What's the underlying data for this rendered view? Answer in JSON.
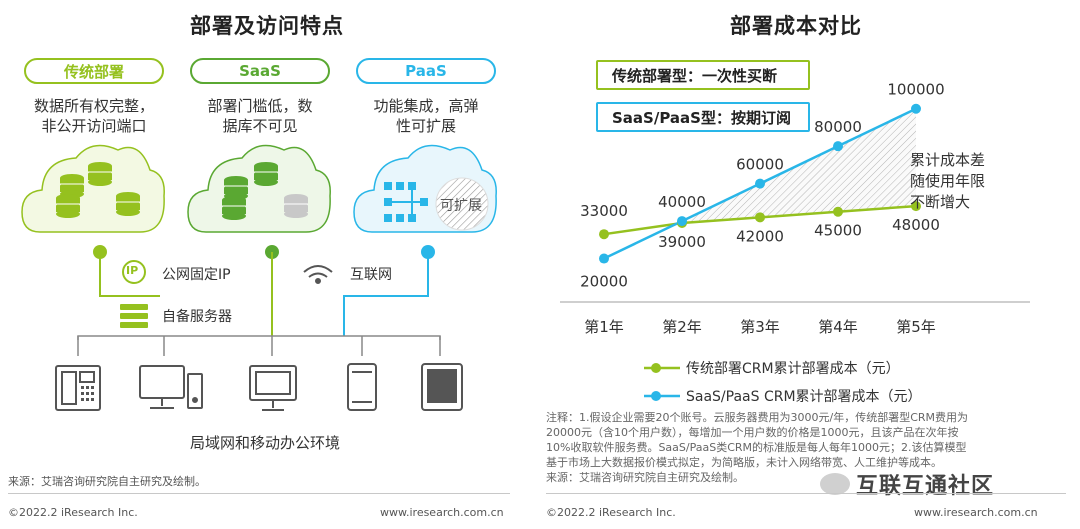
{
  "left": {
    "title": "部署及访问特点",
    "modes": [
      {
        "label": "传统部署",
        "desc1": "数据所有权完整，",
        "desc2": "非公开访问端口",
        "color": "#95c11f"
      },
      {
        "label": "SaaS",
        "desc1": "部署门槛低，数",
        "desc2": "据库不可见",
        "color": "#5aa832"
      },
      {
        "label": "PaaS",
        "desc1": "功能集成，高弹",
        "desc2": "性可扩展",
        "color": "#29b6e8"
      }
    ],
    "expandable": "可扩展",
    "ip_icon_text": "IP",
    "fixed_ip": "公网固定IP",
    "internet": "互联网",
    "self_server": "自备服务器",
    "lan": "局域网和移动办公环境",
    "source": "来源：艾瑞咨询研究院自主研究及绘制。",
    "copyright": "©2022.2 iResearch Inc.",
    "website": "www.iresearch.com.cn"
  },
  "right": {
    "title": "部署成本对比",
    "box_traditional": "传统部署型：一次性买断",
    "box_saas": "SaaS/PaaS型：按期订阅",
    "annotation": [
      "累计成本差",
      "随使用年限",
      "不断增大"
    ],
    "note": [
      "注释：1.假设企业需要20个账号。云服务器费用为3000元/年，传统部署型CRM费用为",
      "20000元（含10个用户数），每增加一个用户数的价格是1000元，且该产品在次年按",
      "10%收取软件服务费。SaaS/PaaS类CRM的标准版是每人每年1000元；2.该估算模型",
      "基于市场上大数据报价模式拟定，为简略版，未计入网络带宽、人工维护等成本。"
    ],
    "source": "来源：艾瑞咨询研究院自主研究及绘制。",
    "copyright": "©2022.2 iResearch Inc.",
    "website": "www.iresearch.com.cn",
    "watermark": "互联互通社区"
  },
  "chart_data": {
    "type": "line",
    "title": "部署成本对比",
    "categories": [
      "第1年",
      "第2年",
      "第3年",
      "第4年",
      "第5年"
    ],
    "series": [
      {
        "name": "传统部署CRM累计部署成本（元）",
        "values": [
          33000,
          39000,
          42000,
          45000,
          48000
        ],
        "color": "#95c11f"
      },
      {
        "name": "SaaS/PaaS CRM累计部署成本（元）",
        "values": [
          20000,
          40000,
          60000,
          80000,
          100000
        ],
        "color": "#29b6e8"
      }
    ],
    "ylim": [
      0,
      110000
    ],
    "legend": "bottom"
  }
}
